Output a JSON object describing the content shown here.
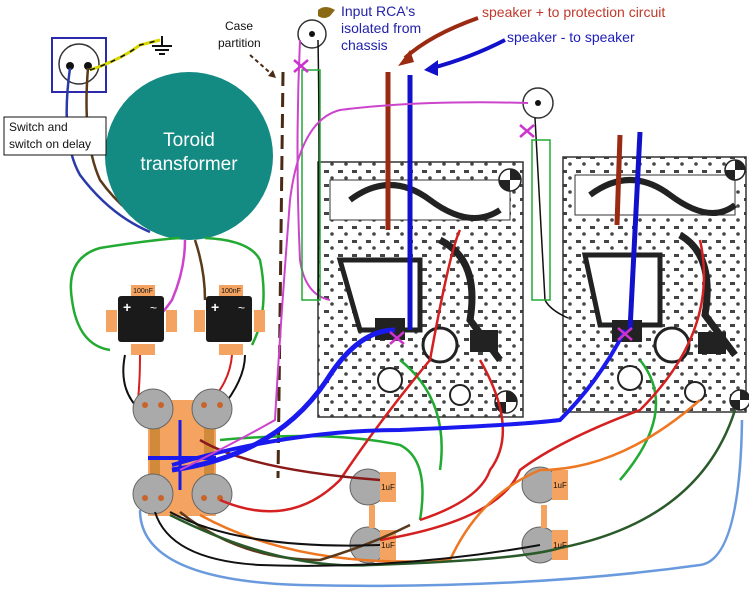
{
  "labels": {
    "switch_line1": "Switch and",
    "switch_line2": "switch on delay",
    "toroid_line1": "Toroid",
    "toroid_line2": "transformer",
    "case_line1": "Case",
    "case_line2": "partition",
    "rca_line1": "Input RCA's",
    "rca_line2": "isolated from",
    "rca_line3": "chassis",
    "speaker_plus": "speaker + to protection circuit",
    "speaker_minus": "speaker - to speaker",
    "cap_100nf": "100nF",
    "cap_1uf": "1uF",
    "bridge_plus": "+",
    "bridge_ac": "~"
  },
  "colors": {
    "toroid": "#138a82",
    "speaker_plus_wire": "#9b2a12",
    "speaker_minus_wire": "#1111cc",
    "speaker_plus_text": "#c0392b",
    "speaker_minus_text": "#1d1dbb",
    "rca_text": "#2222aa",
    "rca_wire": "#cc44cc",
    "wire_green": "#22aa33",
    "wire_red": "#d42020",
    "wire_orange": "#ee7722",
    "wire_brown": "#5a3a1a",
    "wire_dark_green": "#2a5a2a",
    "wire_light_blue": "#6a9ade",
    "wire_black": "#111111",
    "ground_yellow": "#d8d800",
    "cap_body": "#f4a460",
    "bridge": "#1a1a1a",
    "pcb_line": "#333333",
    "cap_cross": "#cc33cc"
  },
  "icons": [
    "mains-socket-icon",
    "ground-symbol-icon",
    "rca-connector-icon",
    "bridge-rectifier-icon",
    "filter-capacitor-icon"
  ]
}
